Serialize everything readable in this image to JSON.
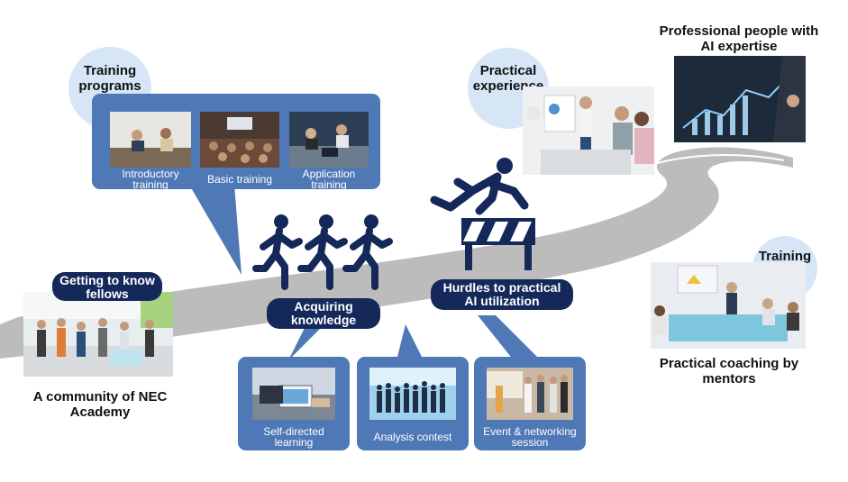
{
  "training_programs": {
    "title": "Training programs",
    "items": [
      {
        "label": "Introductory training"
      },
      {
        "label": "Basic training"
      },
      {
        "label": "Application training"
      }
    ]
  },
  "practical_experience": {
    "title": "Practical experience"
  },
  "professional_people": {
    "title": "Professional people with AI expertise"
  },
  "training_venue": {
    "title": "Training venue",
    "caption": "Practical coaching by mentors"
  },
  "community": {
    "badge": "Getting to know fellows",
    "caption": "A community of NEC Academy"
  },
  "acquiring_knowledge": {
    "label": "Acquiring knowledge",
    "items": [
      {
        "label": "Self-directed learning"
      },
      {
        "label": "Analysis contest"
      },
      {
        "label": "Event & networking session"
      }
    ]
  },
  "hurdles": {
    "label": "Hurdles to practical AI utilization"
  },
  "colors": {
    "panel": "#4f78b6",
    "navy": "#14295a",
    "road": "#bdbdbd",
    "circle": "#d6e6f7",
    "figure": "#14295a"
  }
}
